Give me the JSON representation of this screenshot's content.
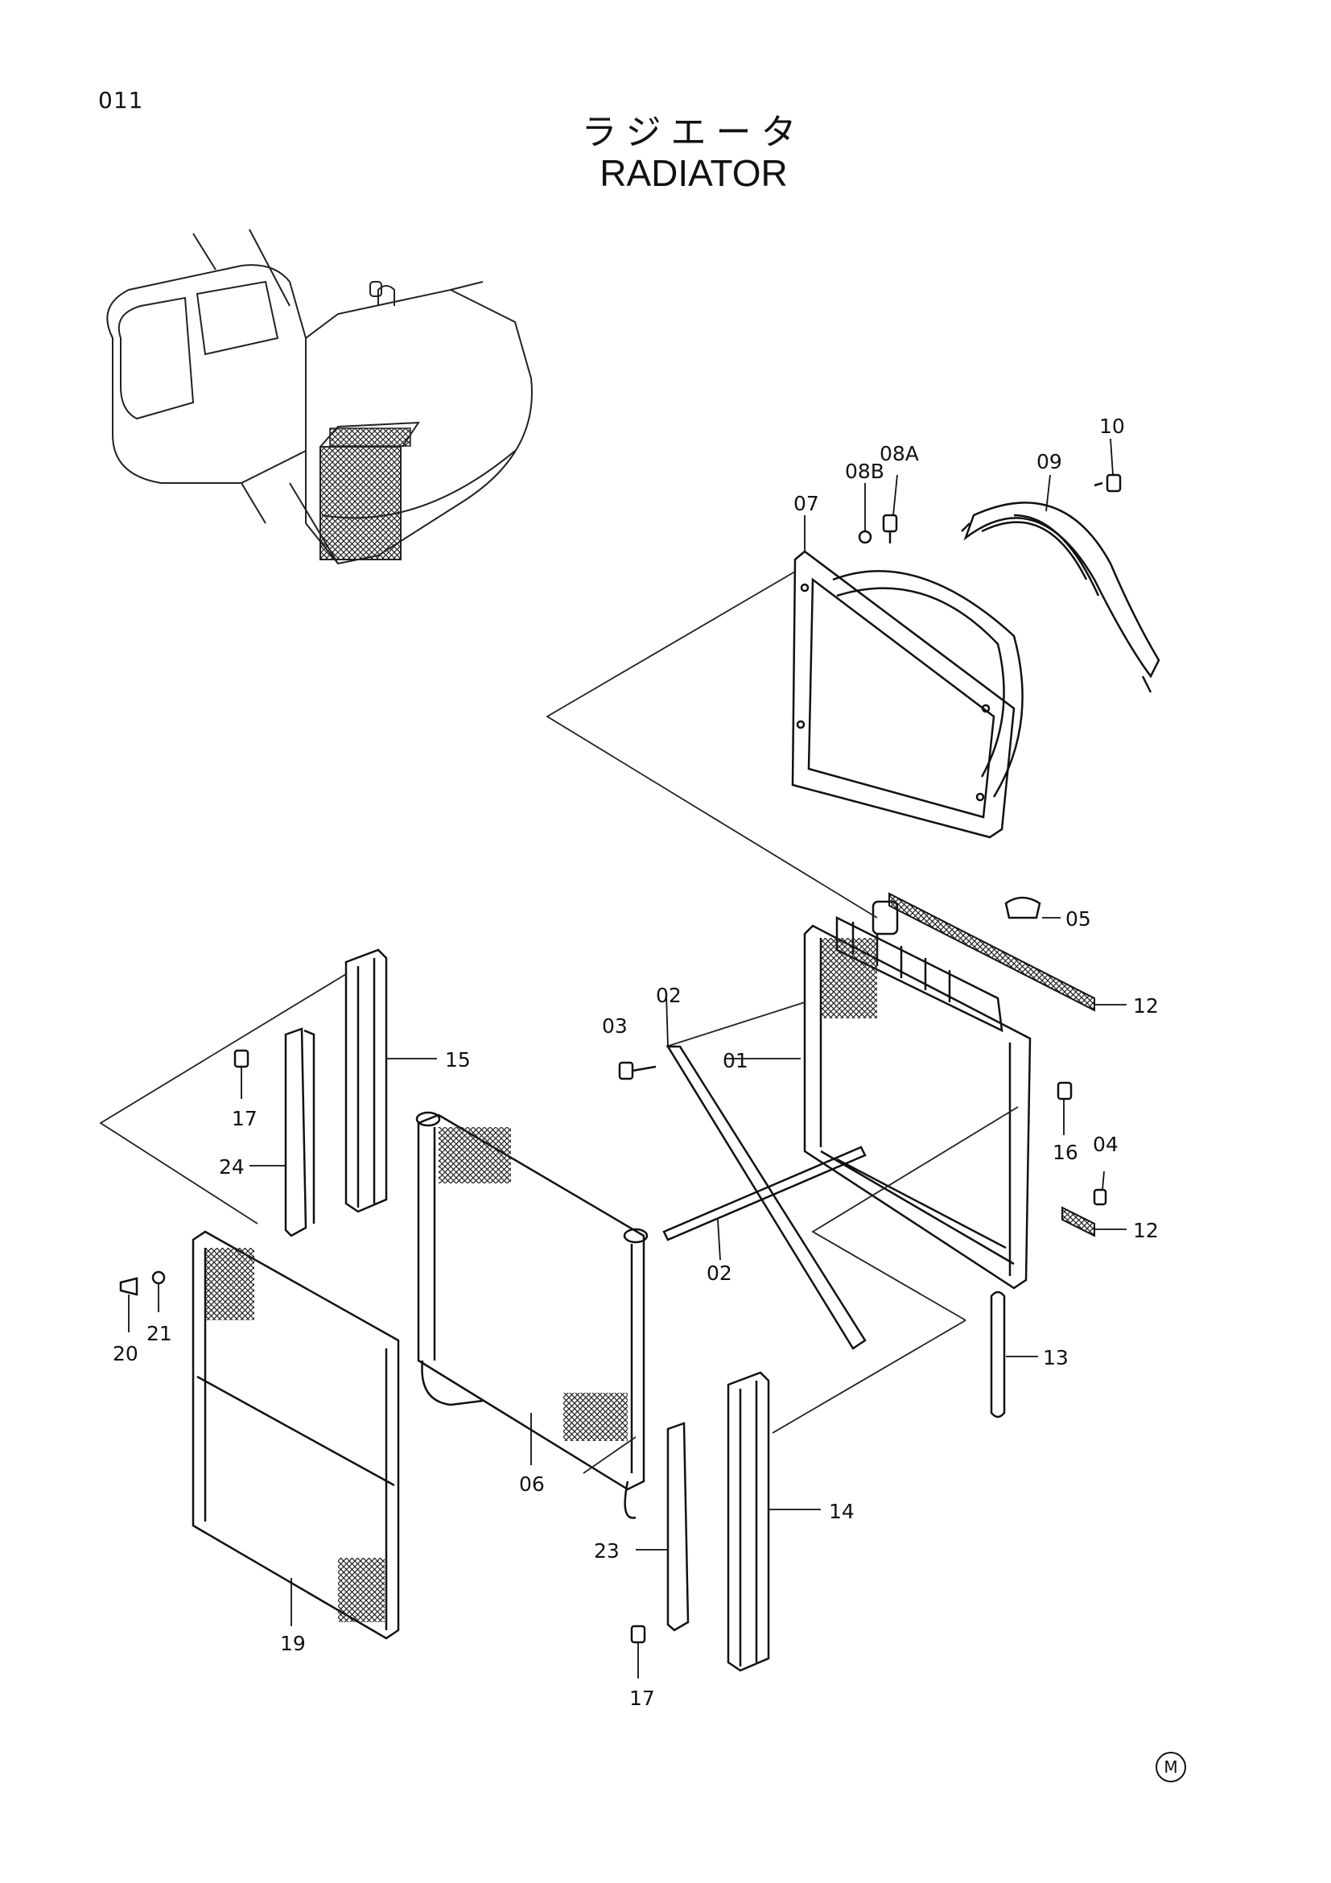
{
  "page_number": "011",
  "title_jp": "ラジエータ",
  "title_en": "RADIATOR",
  "footer_mark": "M",
  "callouts": {
    "c01": "01",
    "c02a": "02",
    "c02b": "02",
    "c03": "03",
    "c04": "04",
    "c05": "05",
    "c06": "06",
    "c07": "07",
    "c08a": "08A",
    "c08b": "08B",
    "c09": "09",
    "c10": "10",
    "c12a": "12",
    "c12b": "12",
    "c13": "13",
    "c14": "14",
    "c15": "15",
    "c16": "16",
    "c17a": "17",
    "c17b": "17",
    "c19": "19",
    "c20": "20",
    "c21": "21",
    "c23": "23",
    "c24": "24"
  }
}
